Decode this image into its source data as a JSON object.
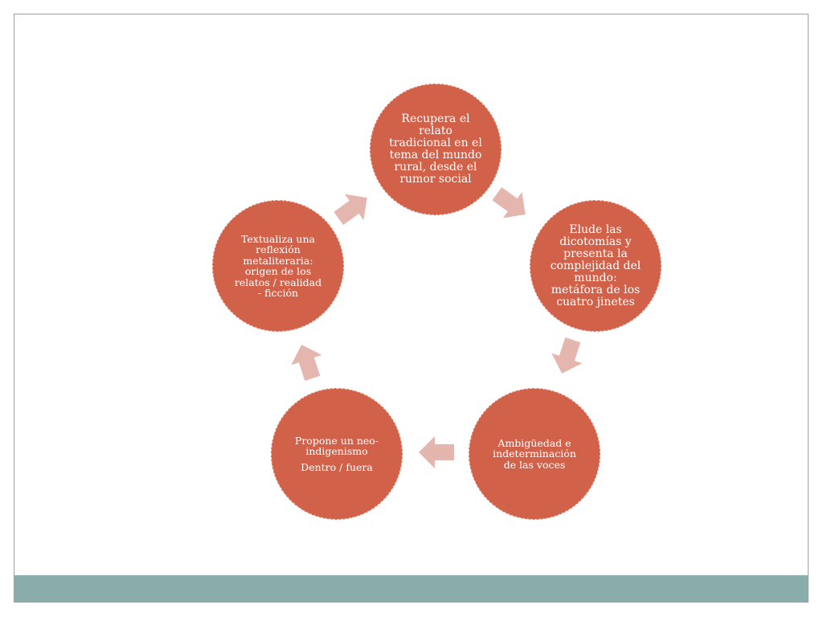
{
  "colors": {
    "node_fill": "#d2614a",
    "arrow_fill": "#e4b6ae",
    "footer_band": "#8aacaa",
    "frame_border": "#8da9a7"
  },
  "cycle": {
    "nodes": [
      {
        "text": "Recupera  el\nrelato\ntradicional en el\ntema del mundo\nrural, desde el\nrumor social"
      },
      {
        "text": "Elude las\ndicotomías y\npresenta la\ncomplejidad del\nmundo:\nmetáfora de los\ncuatro jinetes"
      },
      {
        "text": "Ambigüedad e\nindeterminación\nde las voces"
      },
      {
        "text": "Propone un neo-\nindigenismo",
        "subtext": "Dentro / fuera"
      },
      {
        "text": "Textualiza  una\nreflexión\nmetaliteraria:\norigen de los\nrelatos / realidad\n- ficción"
      }
    ],
    "connector_icon": "chevron-arrow-icon"
  }
}
